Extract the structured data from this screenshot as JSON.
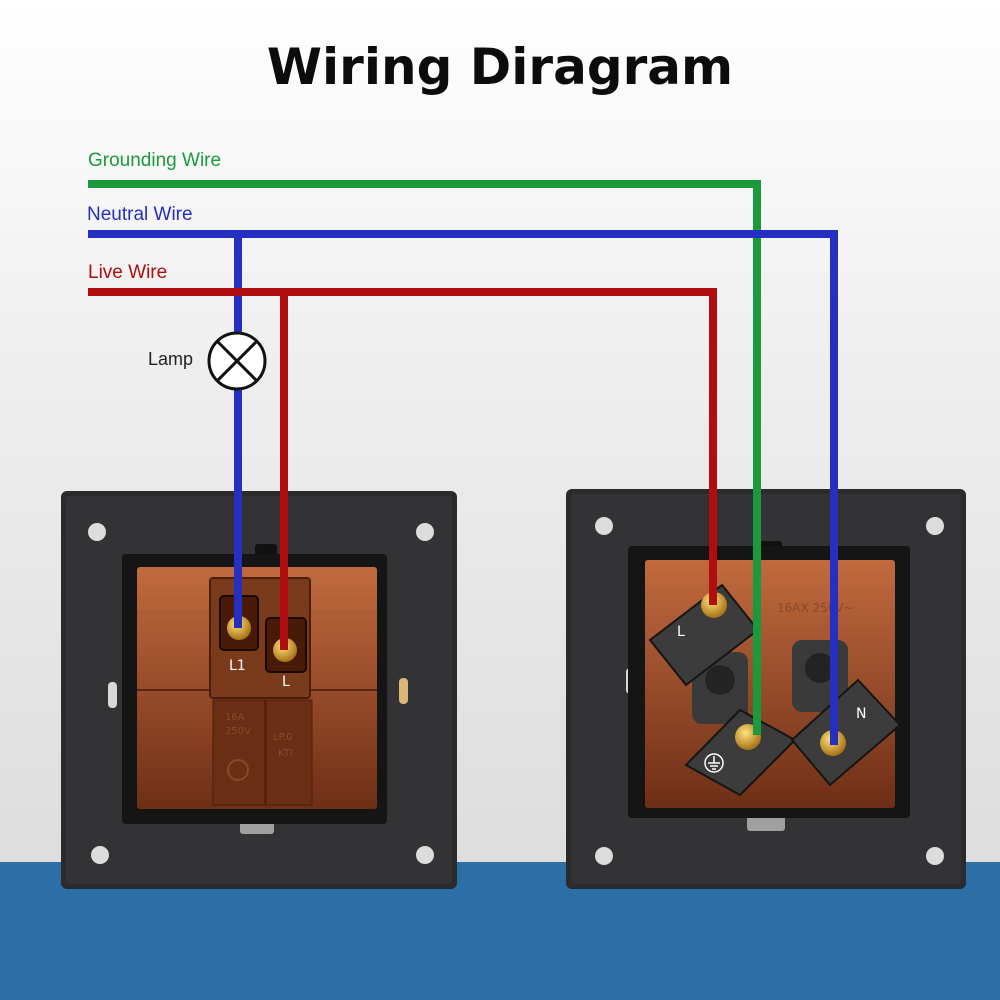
{
  "title": "Wiring Diragram",
  "wires": {
    "grounding": {
      "label": "Grounding Wire",
      "color": "#1a9a3c"
    },
    "neutral": {
      "label": "Neutral Wire",
      "color": "#2530c0"
    },
    "live": {
      "label": "Live Wire",
      "color": "#b00d10"
    }
  },
  "lamp": {
    "label": "Lamp"
  },
  "switch": {
    "terminals": [
      "L1",
      "L"
    ],
    "markings": [
      "16A",
      "250V",
      "LP.0",
      "KTI"
    ]
  },
  "socket": {
    "terminals": [
      "L",
      "N"
    ],
    "ground_icon": "earth-ground-icon",
    "rating": "16AX 250V~"
  },
  "colors": {
    "floor": "#2c6ea6",
    "plate": "#2b2b2d",
    "housing": "#8c4626"
  }
}
